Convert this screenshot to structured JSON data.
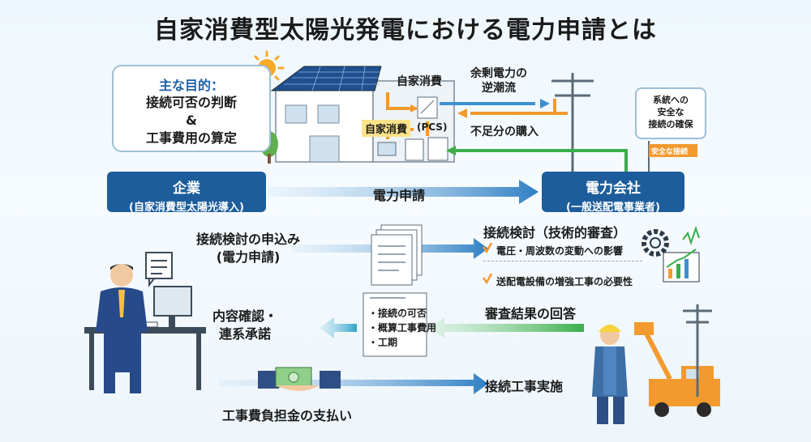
{
  "title": "自家消費型太陽光発電における電力申請とは",
  "purpose": {
    "head": "主な目的：",
    "line1": "接続可否の判断",
    "line2": "&",
    "line3": "工事費用の算定"
  },
  "house": {
    "self_consumption_top": "自家消費",
    "self_consumption_badge": "自家消費",
    "pcs": "(PCS)",
    "surplus_line1": "余剰電力の",
    "surplus_line2": "逆潮流",
    "shortage": "不足分の購入"
  },
  "safety": {
    "line1": "系統への",
    "line2": "安全な",
    "line3": "接続の確保",
    "flag": "安全な接続"
  },
  "company": {
    "name": "企業",
    "sub": "(自家消費型太陽光導入)"
  },
  "utility": {
    "name": "電力会社",
    "sub": "(一般送配電事業者)"
  },
  "main_arrow_label": "電力申請",
  "step_application": {
    "line1": "接続検討の申込み",
    "line2": "(電力申請)"
  },
  "step_review": {
    "title": "接続検討（技術的審査）",
    "items": [
      "電圧・周波数の変動への影響",
      "送配電設備の増強工事の必要性"
    ]
  },
  "result_doc": {
    "items": [
      "・接続の可否",
      "・概算工事費用",
      "・工期"
    ]
  },
  "step_result": "審査結果の回答",
  "step_confirm": {
    "line1": "内容確認・",
    "line2": "連系承諾"
  },
  "step_payment": "工事費負担金の支払い",
  "step_construction": "接続工事実施",
  "colors": {
    "navy": "#1d5d9c",
    "blue_arrow": "#3f8fd0",
    "green_arrow": "#3aae4a",
    "orange": "#f29a2e",
    "teal_arrow": "#2fa3c9"
  }
}
